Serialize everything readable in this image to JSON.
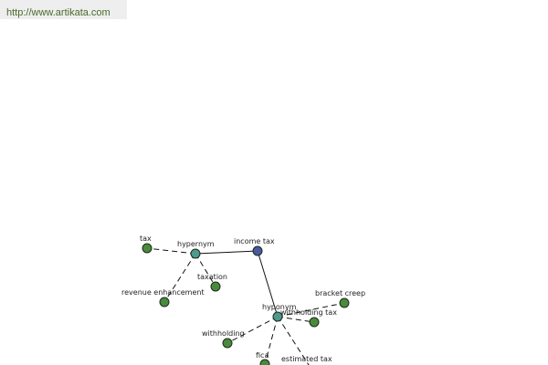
{
  "url_bar": {
    "text": "http://www.artikata.com"
  },
  "colors": {
    "focus_node": "#4a5aa0",
    "relation_node": "#4e9a8e",
    "term_node": "#4a8a3c",
    "edge": "#111111",
    "link_text": "#4a6a2a"
  },
  "graph": {
    "focus": {
      "label": "income tax"
    },
    "relations": {
      "hypernym": {
        "label": "hypernym"
      },
      "hyponym": {
        "label": "hyponym"
      }
    },
    "terms": {
      "tax": {
        "label": "tax"
      },
      "taxation": {
        "label": "taxation"
      },
      "revenue_enhancement": {
        "label": "revenue enhancement"
      },
      "bracket_creep": {
        "label": "bracket creep"
      },
      "withholding_tax": {
        "label": "withholding tax"
      },
      "withholding": {
        "label": "withholding"
      },
      "fica": {
        "label": "fica"
      },
      "estimated_tax": {
        "label": "estimated tax"
      }
    }
  }
}
